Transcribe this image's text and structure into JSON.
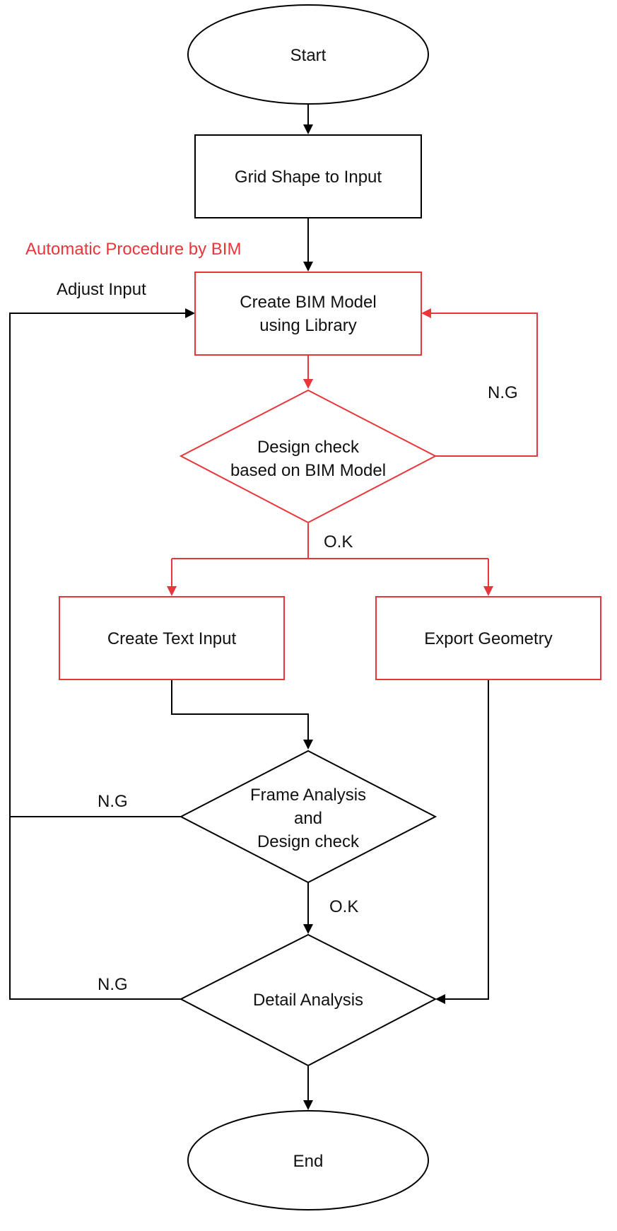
{
  "colors": {
    "default_stroke": "#000000",
    "automatic_procedure": "#e8363a",
    "text": "#111111",
    "background": "#ffffff"
  },
  "annotation": {
    "automatic_procedure_label": "Automatic Procedure by BIM"
  },
  "nodes": {
    "start": {
      "shape": "ellipse",
      "label": "Start"
    },
    "grid_shape_input": {
      "shape": "rectangle",
      "label": "Grid Shape to Input"
    },
    "create_bim_model": {
      "shape": "rectangle",
      "label_lines": [
        "Create BIM Model",
        "using Library"
      ]
    },
    "design_check_bim": {
      "shape": "diamond",
      "label_lines": [
        "Design check",
        "based on BIM Model"
      ]
    },
    "create_text_input": {
      "shape": "rectangle",
      "label": "Create Text Input"
    },
    "export_geometry": {
      "shape": "rectangle",
      "label": "Export Geometry"
    },
    "frame_analysis": {
      "shape": "diamond",
      "label_lines": [
        "Frame Analysis",
        "and",
        "Design check"
      ]
    },
    "detail_analysis": {
      "shape": "diamond",
      "label": "Detail Analysis"
    },
    "end": {
      "shape": "ellipse",
      "label": "End"
    }
  },
  "edges": {
    "design_check_ng": "N.G",
    "design_check_ok": "O.K",
    "frame_analysis_ng": "N.G",
    "frame_analysis_ok": "O.K",
    "detail_analysis_ng": "N.G",
    "adjust_input": "Adjust Input"
  }
}
